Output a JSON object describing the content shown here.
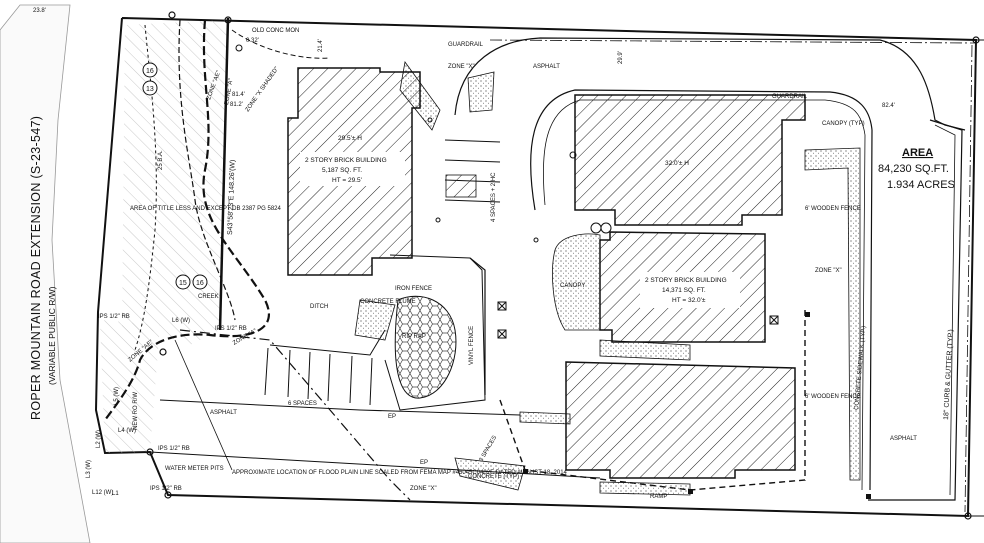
{
  "road": {
    "name": "ROPER MOUNTAIN ROAD EXTENSION (S-23-547)",
    "row": "(VARIABLE PUBLIC R/W)",
    "offset": "23.8'"
  },
  "area": {
    "title": "AREA",
    "sqft": "84,230 SQ.FT.",
    "acres": "1.934 ACRES"
  },
  "buildings": [
    {
      "name": "2 STORY BRICK BUILDING",
      "sqft": "5,187 SQ. FT.",
      "height": "HT = 29.5'",
      "spot": "29.5'± H"
    },
    {
      "name": "2 STORY BRICK BUILDING",
      "sqft": "14,371 SQ. FT.",
      "height": "HT = 32.0'±",
      "spot": "32.0'± H"
    }
  ],
  "labels": {
    "old_conc_mon": "OLD CONC MON",
    "old_conc_mon_dim": "0.32'",
    "zone_x": "ZONE \"X\"",
    "zone_ae": "ZONE \"AE\"",
    "zone_x_shaded": "ZONE \"X SHADED\"",
    "zone_a": "ZONE \"A\"",
    "guardrail": "GUARDRAIL",
    "asphalt": "ASPHALT",
    "canopy": "CANOPY",
    "canopy_typ": "CANOPY (TYP)",
    "wooden_fence": "6' WOODEN FENCE",
    "concrete_sidewalk": "CONCRETE SIDEWALK (TYP.)",
    "curb_gutter": "18\" CURB & GUTTER (TYP.)",
    "spaces_6": "6 SPACES",
    "spaces_4": "4 SPACES + 2 HC",
    "spaces_3": "3 SPACES",
    "iron_fence": "IRON FENCE",
    "vinyl_fence": "VINYL FENCE",
    "concrete_flume": "CONCRETE FLUME",
    "rip_rap": "RIP RAP",
    "concrete_typ": "CONCRETE (TYP)",
    "ramp": "RAMP",
    "ditch": "DITCH",
    "creek": "CREEK",
    "new_ro_rw": "NEW RO R/W",
    "water_meter": "WATER METER PITS",
    "ips": "IPS 1/2\" RB",
    "ips_rb_short": "IPS 1/2\" RB",
    "bearing": "S43°58'23\"E   148.26'(W)",
    "area_of_title": "AREA OF TITLE LESS AND EXCEPT DB 2387 PG 5824",
    "db_area": "25 B.A.",
    "ep": "EP",
    "flood_note": "APPROXIMATE LOCATION OF FLOOD PLAIN LINE SCALED FROM FEMA MAP #45045C0402E DATED AUGUST 18, 2014",
    "l6": "L6 (W)",
    "l5": "L5 (W)",
    "l4": "L4 (W)",
    "l3": "L3 (W)",
    "l2": "L2 (W)",
    "l12": "L12 (W)",
    "l1": "L1",
    "c13": "13",
    "c15": "15",
    "c16": "16",
    "dim_814": "81.4'",
    "dim_815": "81.2'",
    "dim_824": "82.4'",
    "dim_299": "29.9'",
    "dim_214": "21.4'"
  }
}
